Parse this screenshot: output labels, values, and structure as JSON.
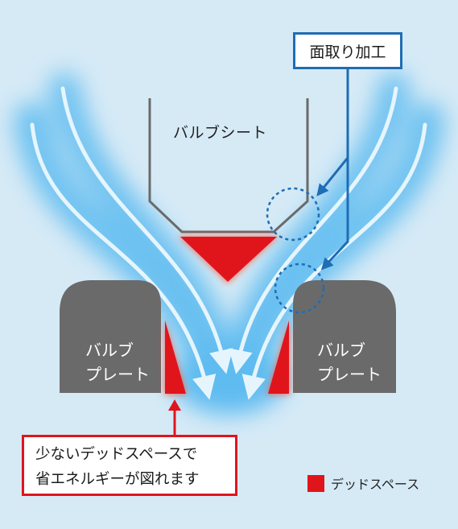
{
  "callouts": {
    "chamfer": "面取り加工",
    "benefit_line1": "少ないデッドスペースで",
    "benefit_line2": "省エネルギーが図れます"
  },
  "parts": {
    "valve_seat": "バルブシート",
    "valve_plate_left": [
      "バルブ",
      "プレート"
    ],
    "valve_plate_right": [
      "バルブ",
      "プレート"
    ]
  },
  "legend": {
    "dead_space": "デッドスペース"
  },
  "colors": {
    "background": "#d6eaf6",
    "airflow_glow": "#6cc4f0",
    "airflow_arrow": "#e4f4fc",
    "plate": "#6b6a6a",
    "dead_space": "#e0151c",
    "chamfer_blue": "#1f6db4"
  }
}
